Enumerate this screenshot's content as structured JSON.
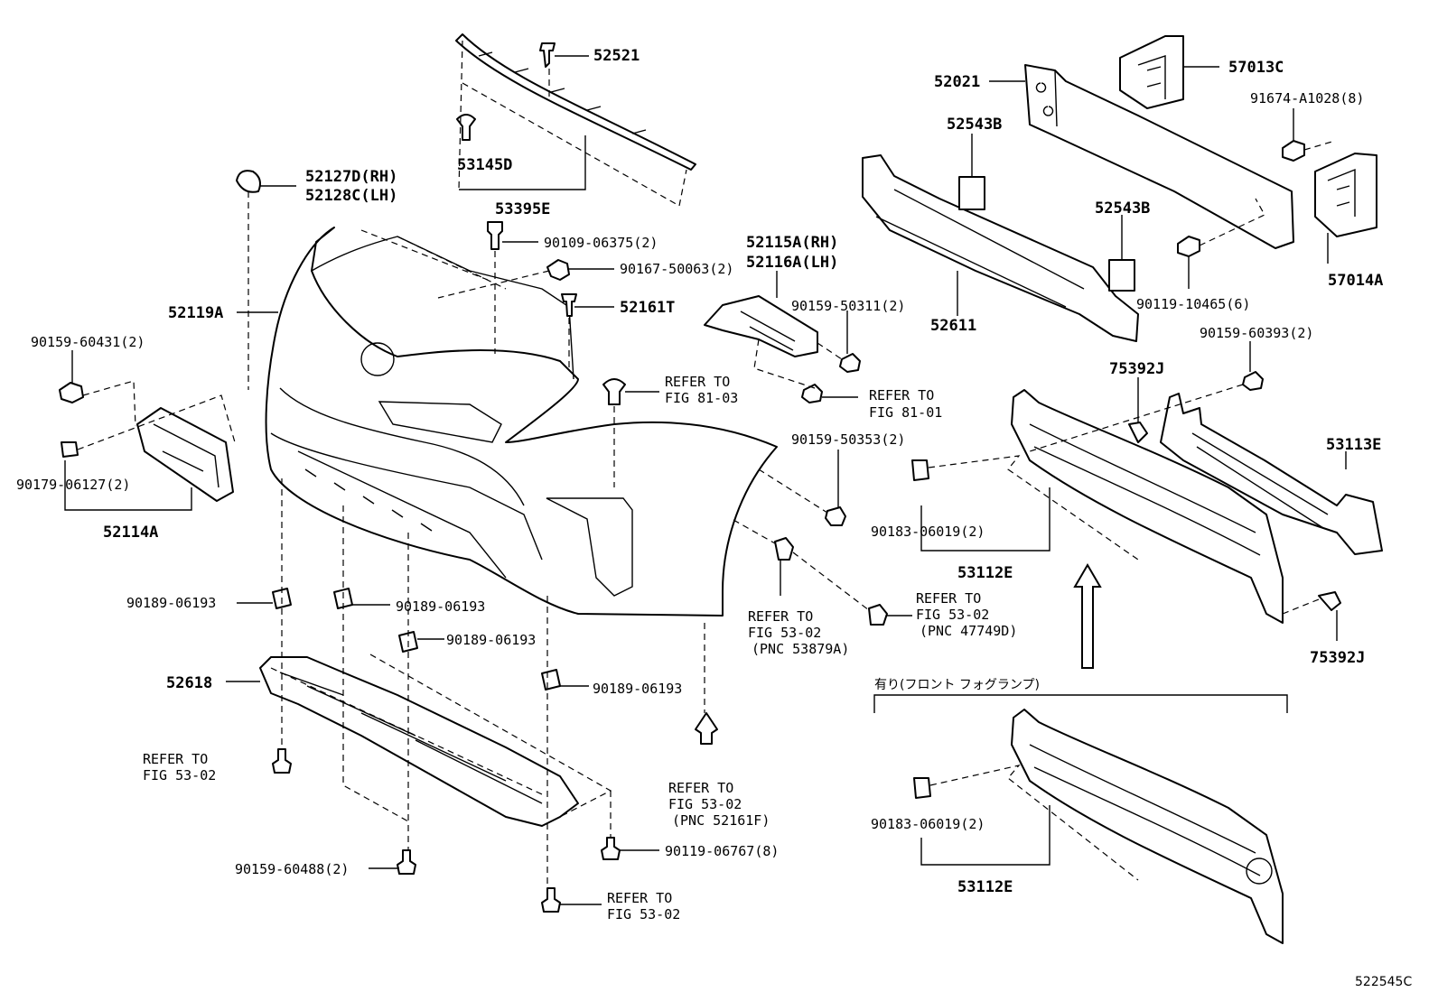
{
  "parts": {
    "p52521": "52521",
    "p53145d": "53145D",
    "p53395e": "53395E",
    "p52127d": "52127D(RH)",
    "p52128c": "52128C(LH)",
    "p90109": "90109-06375(2)",
    "p90167": "90167-50063(2)",
    "p52161t": "52161T",
    "p52119a": "52119A",
    "p90159_60431": "90159-60431(2)",
    "p90179": "90179-06127(2)",
    "p52114a": "52114A",
    "p52021": "52021",
    "p57013c": "57013C",
    "p91674": "91674-A1028(8)",
    "p52543b_1": "52543B",
    "p52543b_2": "52543B",
    "p57014a": "57014A",
    "p52115a": "52115A(RH)",
    "p52116a": "52116A(LH)",
    "p90159_50311": "90159-50311(2)",
    "p52611": "52611",
    "p90119_10465": "90119-10465(6)",
    "p90159_60393": "90159-60393(2)",
    "p75392j_1": "75392J",
    "p53113e": "53113E",
    "p90159_50353": "90159-50353(2)",
    "p90183_1": "90183-06019(2)",
    "p53112e_1": "53112E",
    "p75392j_2": "75392J",
    "p90189_a": "90189-06193",
    "p90189_b": "90189-06193",
    "p90189_c": "90189-06193",
    "p90189_d": "90189-06193",
    "p52618": "52618",
    "p90159_60488": "90159-60488(2)",
    "p90119_06767": "90119-06767(8)",
    "p90183_2": "90183-06019(2)",
    "p53112e_2": "53112E"
  },
  "references": {
    "refer_to": "REFER TO",
    "fig_81_03": "FIG 81-03",
    "fig_81_01": "FIG 81-01",
    "fig_53_02": "FIG 53-02",
    "pnc_53879a": "(PNC 53879A)",
    "pnc_47749d": "(PNC 47749D)",
    "pnc_52161f": "(PNC 52161F)"
  },
  "fog_lamp_caption": "有り(フロント フォグランプ)",
  "figure_code": "522545C"
}
